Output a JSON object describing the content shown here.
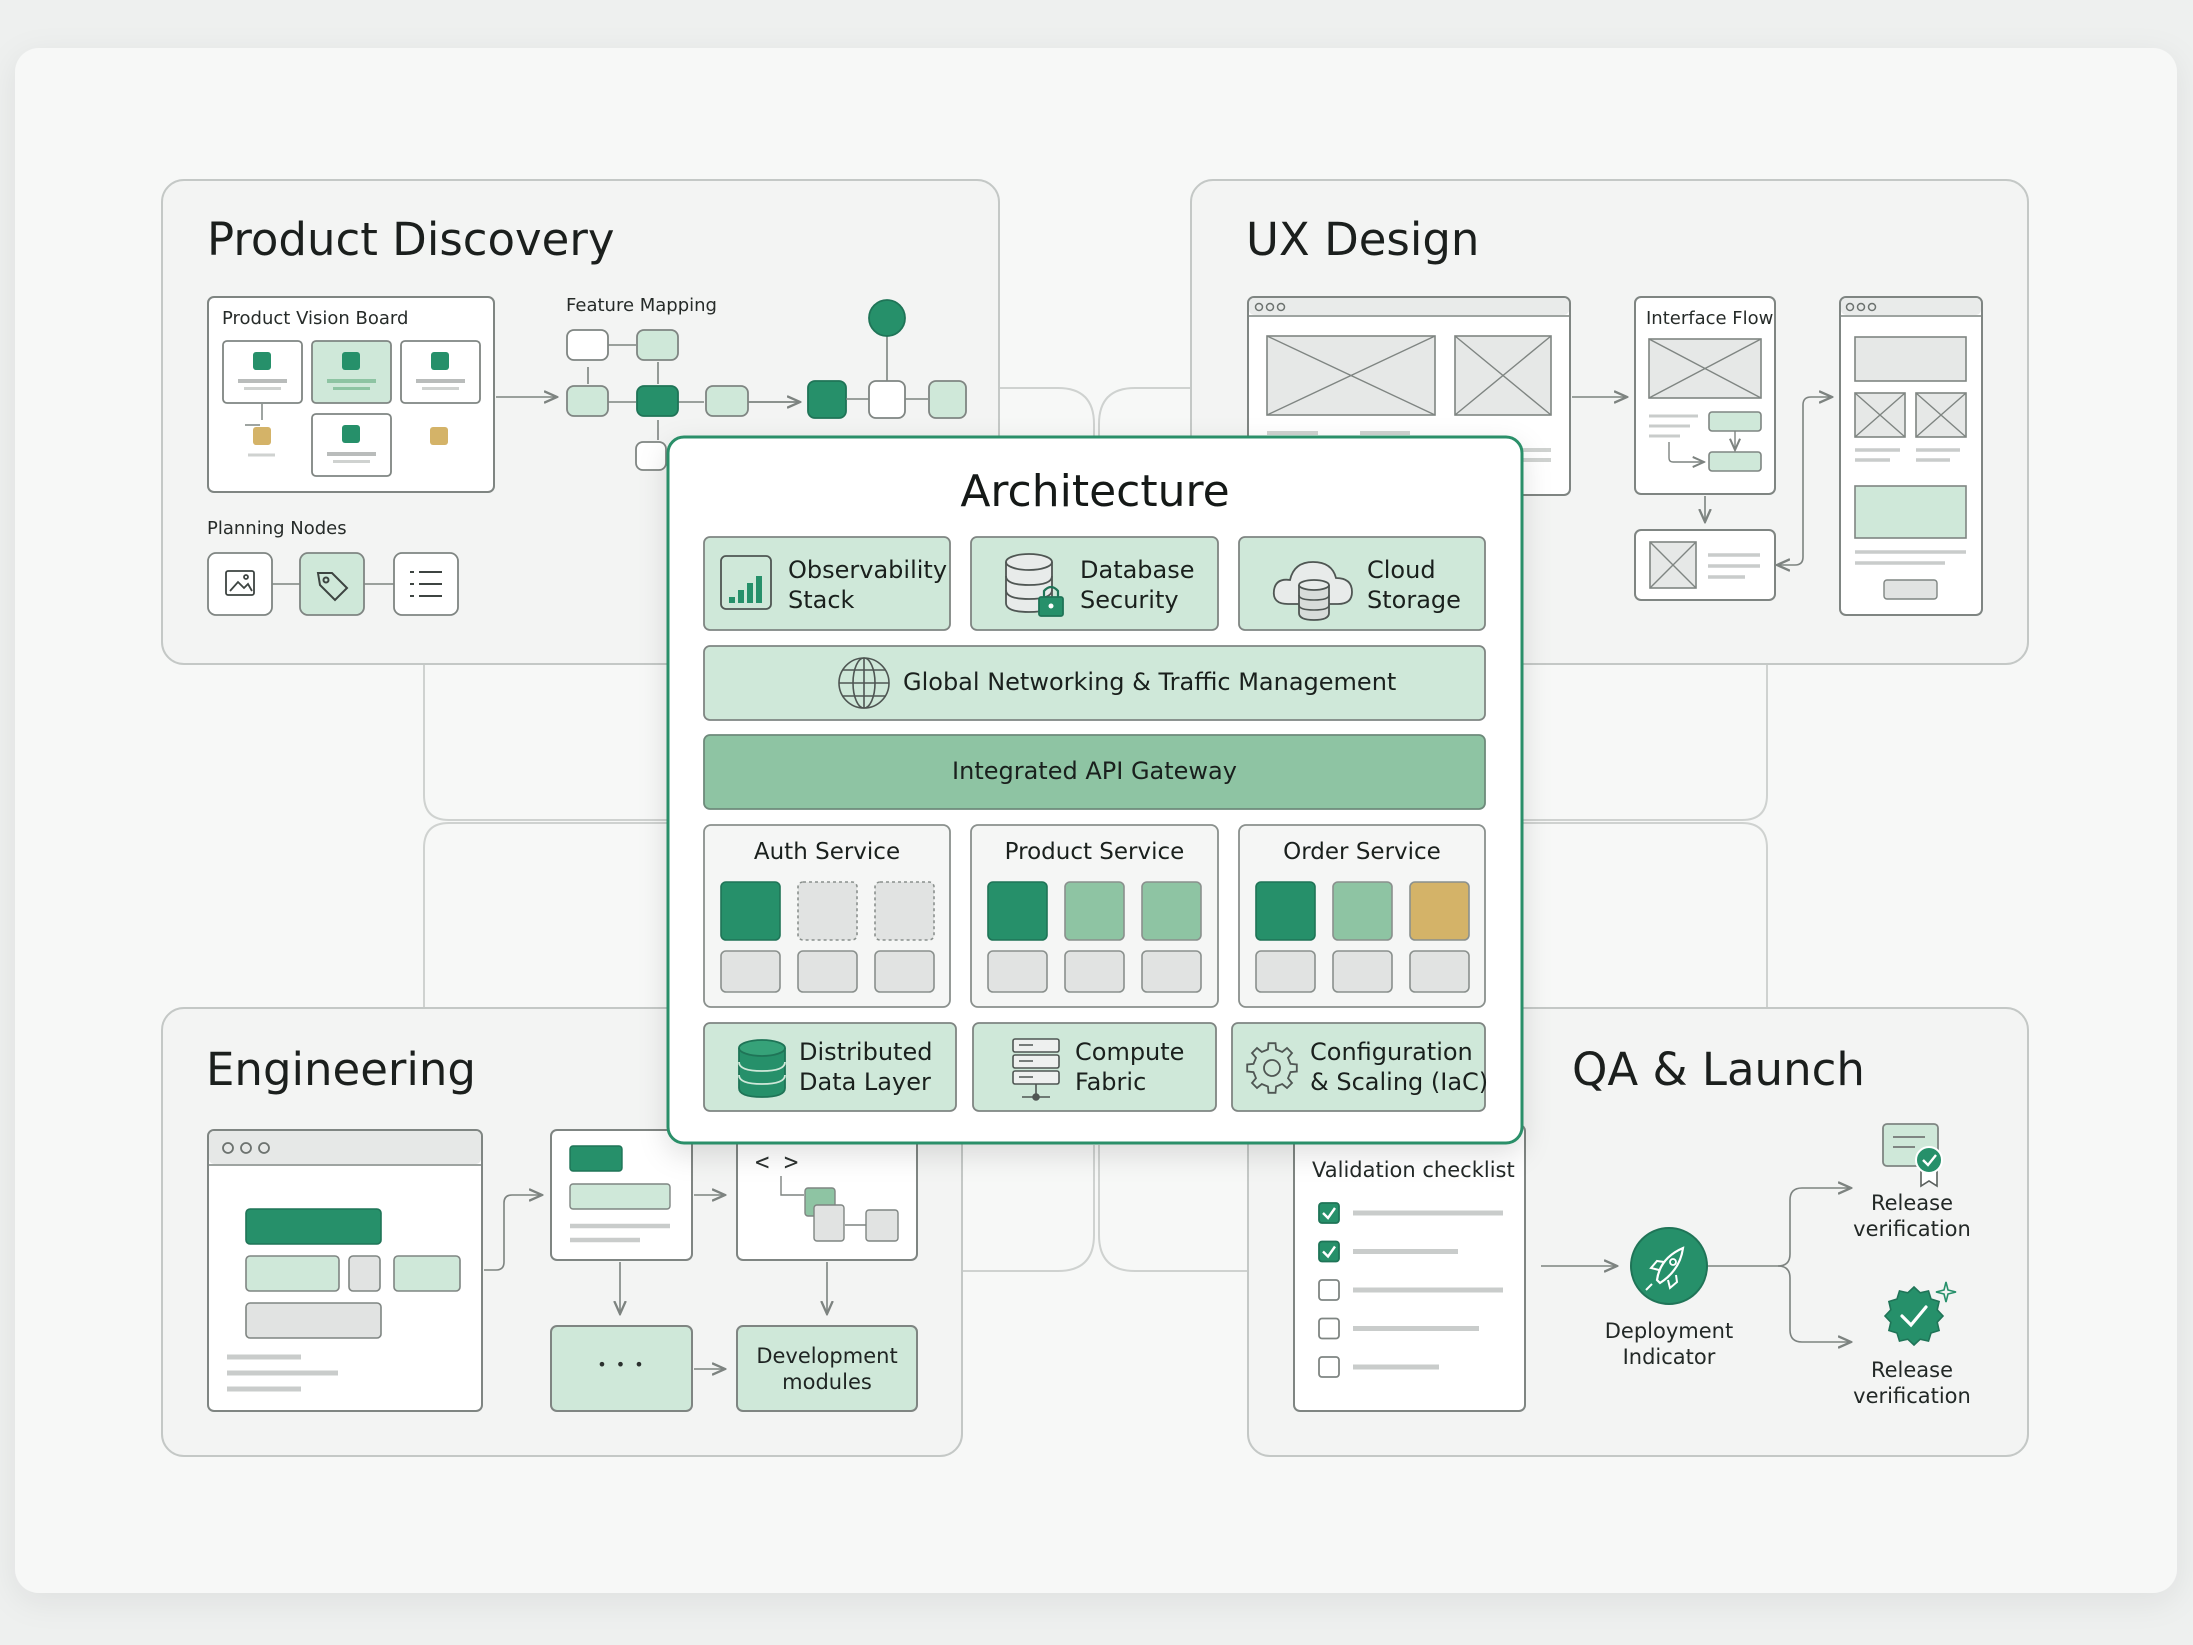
{
  "colors": {
    "dark_green": "#26906a",
    "mid_green": "#8ec4a3",
    "light_green": "#cfe8d9",
    "gold": "#d4b368",
    "grey_block": "#e1e3e2",
    "line": "#8a908d",
    "panel_border": "#c4c8c6"
  },
  "product_discovery": {
    "title": "Product Discovery",
    "vision_board_label": "Product Vision Board",
    "feature_mapping_label": "Feature Mapping",
    "planning_nodes_label": "Planning Nodes",
    "icons": [
      "image-icon",
      "tag-icon",
      "list-icon"
    ]
  },
  "ux_design": {
    "title": "UX Design",
    "interface_flow_label": "Interface Flow"
  },
  "architecture": {
    "title": "Architecture",
    "top_tiles": [
      {
        "label": "Observability\nStack",
        "icon": "bar-chart-icon"
      },
      {
        "label": "Database\nSecurity",
        "icon": "database-lock-icon"
      },
      {
        "label": "Cloud\nStorage",
        "icon": "cloud-database-icon"
      }
    ],
    "networking_label": "Global Networking & Traffic Management",
    "networking_icon": "globe-icon",
    "gateway_label": "Integrated API Gateway",
    "services": [
      {
        "label": "Auth Service"
      },
      {
        "label": "Product Service"
      },
      {
        "label": "Order Service"
      }
    ],
    "bottom_tiles": [
      {
        "label": "Distributed\nData Layer",
        "icon": "database-icon"
      },
      {
        "label": "Compute\nFabric",
        "icon": "server-icon"
      },
      {
        "label": "Configuration\n& Scaling (IaC)",
        "icon": "gear-icon"
      }
    ]
  },
  "engineering": {
    "title": "Engineering",
    "ellipsis": "• • •",
    "dev_modules_label": "Development\nmodules",
    "code_glyph": "< >"
  },
  "qa_launch": {
    "title": "QA & Launch",
    "checklist_label": "Validation checklist",
    "checklist_checked": [
      true,
      true,
      false,
      false,
      false
    ],
    "deployment_label": "Deployment\nIndicator",
    "release_top_label": "Release\nverification",
    "release_bottom_label": "Release\nverification"
  }
}
